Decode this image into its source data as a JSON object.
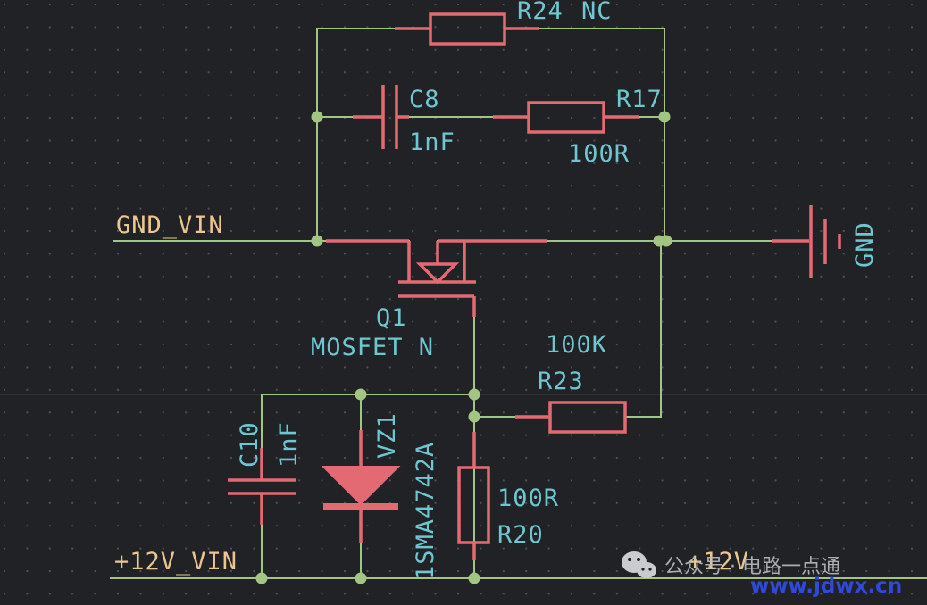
{
  "colors": {
    "background": "#202226",
    "grid_dot": "#4e525a",
    "wire": "#a3c583",
    "component": "#e36a72",
    "junction": "#a3c583",
    "ref_label": "#6ec6d0",
    "net_label": "#ecc690",
    "watermark": "#b7b9bd",
    "watermark_url": "#2f49d8"
  },
  "net_labels": {
    "gnd_vin": "GND_VIN",
    "vin_12v": "+12V_VIN",
    "gnd": "GND",
    "plus12v": "+12V"
  },
  "components": {
    "r24": {
      "ref": "R24",
      "value": "NC"
    },
    "c8": {
      "ref": "C8",
      "value": "1nF"
    },
    "r17": {
      "ref": "R17",
      "value": "100R"
    },
    "q1": {
      "ref": "Q1",
      "value": "MOSFET N"
    },
    "r23": {
      "ref": "R23",
      "value": "100K"
    },
    "c10": {
      "ref": "C10",
      "value": "1nF"
    },
    "vz1": {
      "ref": "VZ1",
      "value": "1SMA4742A"
    },
    "r20": {
      "ref": "R20",
      "value": "100R"
    }
  },
  "watermark": {
    "account_label": "公众号 · 电路一点通",
    "url": "www.jdwx.cn",
    "icon": "wechat-icon"
  }
}
